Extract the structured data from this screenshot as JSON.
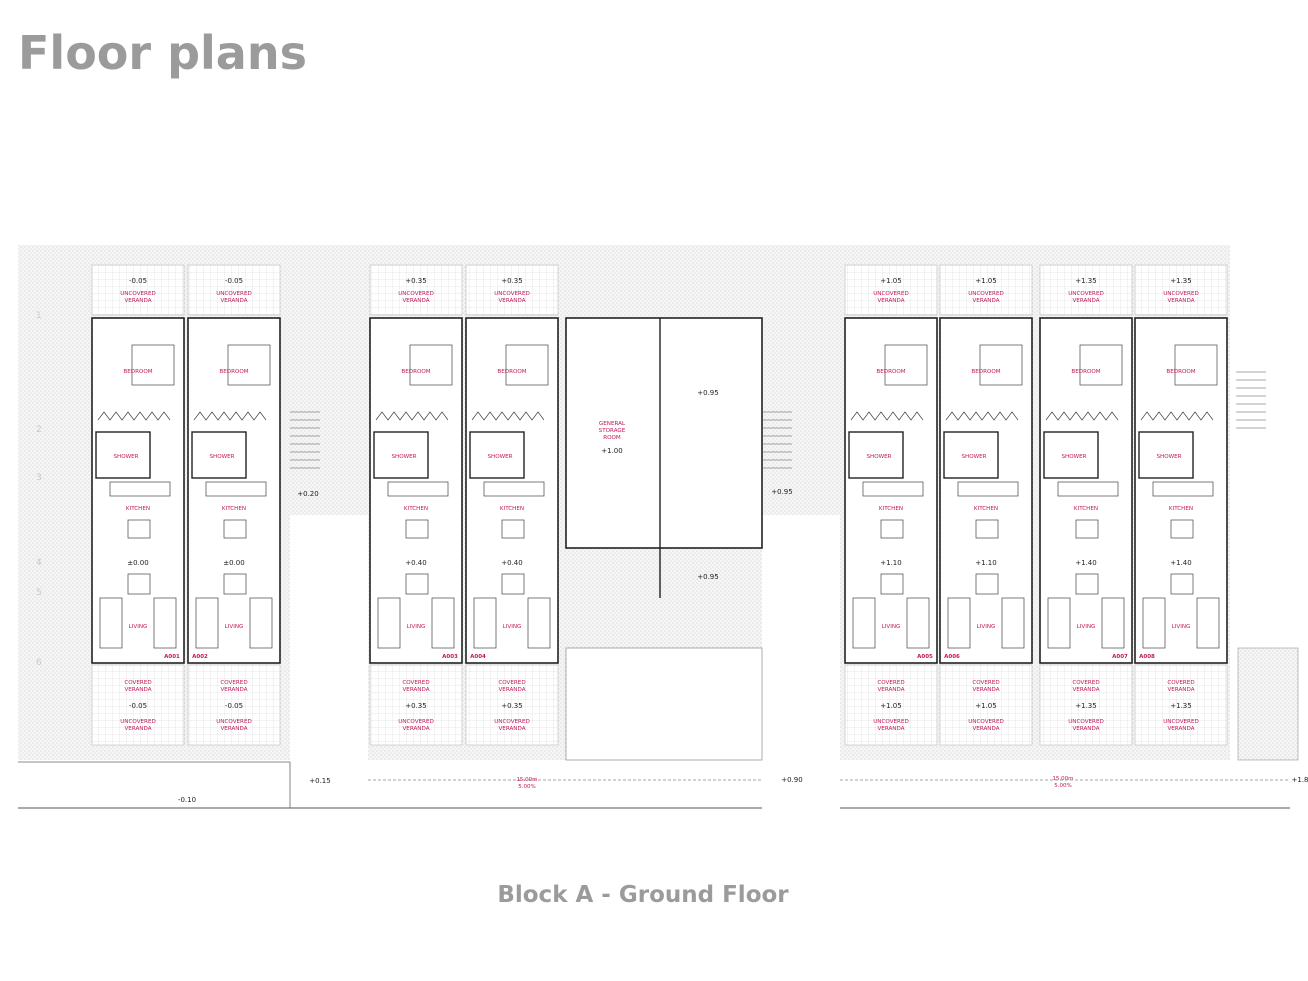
{
  "page": {
    "title": "Floor plans",
    "caption": "Block A - Ground Floor"
  },
  "rooms": {
    "bedroom": "BEDROOM",
    "shower": "SHOWER",
    "kitchen": "KITCHEN",
    "living": "LIVING",
    "uncovered_veranda": [
      "UNCOVERED",
      "VERANDA"
    ],
    "covered_veranda": [
      "COVERED",
      "VERANDA"
    ],
    "storage": [
      "GENERAL",
      "STORAGE",
      "ROOM"
    ]
  },
  "units": [
    {
      "id": "A001",
      "top_level": "-0.05",
      "floor_level": "±0.00",
      "bottom_level": "-0.05"
    },
    {
      "id": "A002",
      "top_level": "-0.05",
      "floor_level": "±0.00",
      "bottom_level": "-0.05"
    },
    {
      "id": "A003",
      "top_level": "+0.35",
      "floor_level": "+0.40",
      "bottom_level": "+0.35"
    },
    {
      "id": "A004",
      "top_level": "+0.35",
      "floor_level": "+0.40",
      "bottom_level": "+0.35"
    },
    {
      "id": "A005",
      "top_level": "+1.05",
      "floor_level": "+1.10",
      "bottom_level": "+1.05"
    },
    {
      "id": "A006",
      "top_level": "+1.05",
      "floor_level": "+1.10",
      "bottom_level": "+1.05"
    },
    {
      "id": "A007",
      "top_level": "+1.35",
      "floor_level": "+1.40",
      "bottom_level": "+1.35"
    },
    {
      "id": "A008",
      "top_level": "+1.35",
      "floor_level": "+1.40",
      "bottom_level": "+1.35"
    }
  ],
  "levels": {
    "storage_room": "+1.00",
    "storage_top": "+0.95",
    "storage_bottom": "+0.95",
    "stair_left": "+0.20",
    "stair_right": "+0.95",
    "path_left": "+0.15",
    "path_mid": "+0.90",
    "path_right": "+1.8",
    "ground": "-0.10"
  },
  "dimensions": {
    "left": {
      "length": "15.00m",
      "slope": "5.00%"
    },
    "right": {
      "length": "15.00m",
      "slope": "5.00%"
    }
  },
  "axis_labels": [
    "1",
    "2",
    "3",
    "4",
    "5",
    "6"
  ],
  "colors": {
    "title": "#9b9b9b",
    "room_label": "#c2185b",
    "wall": "#222222",
    "hatch": "#d9d9d9"
  }
}
